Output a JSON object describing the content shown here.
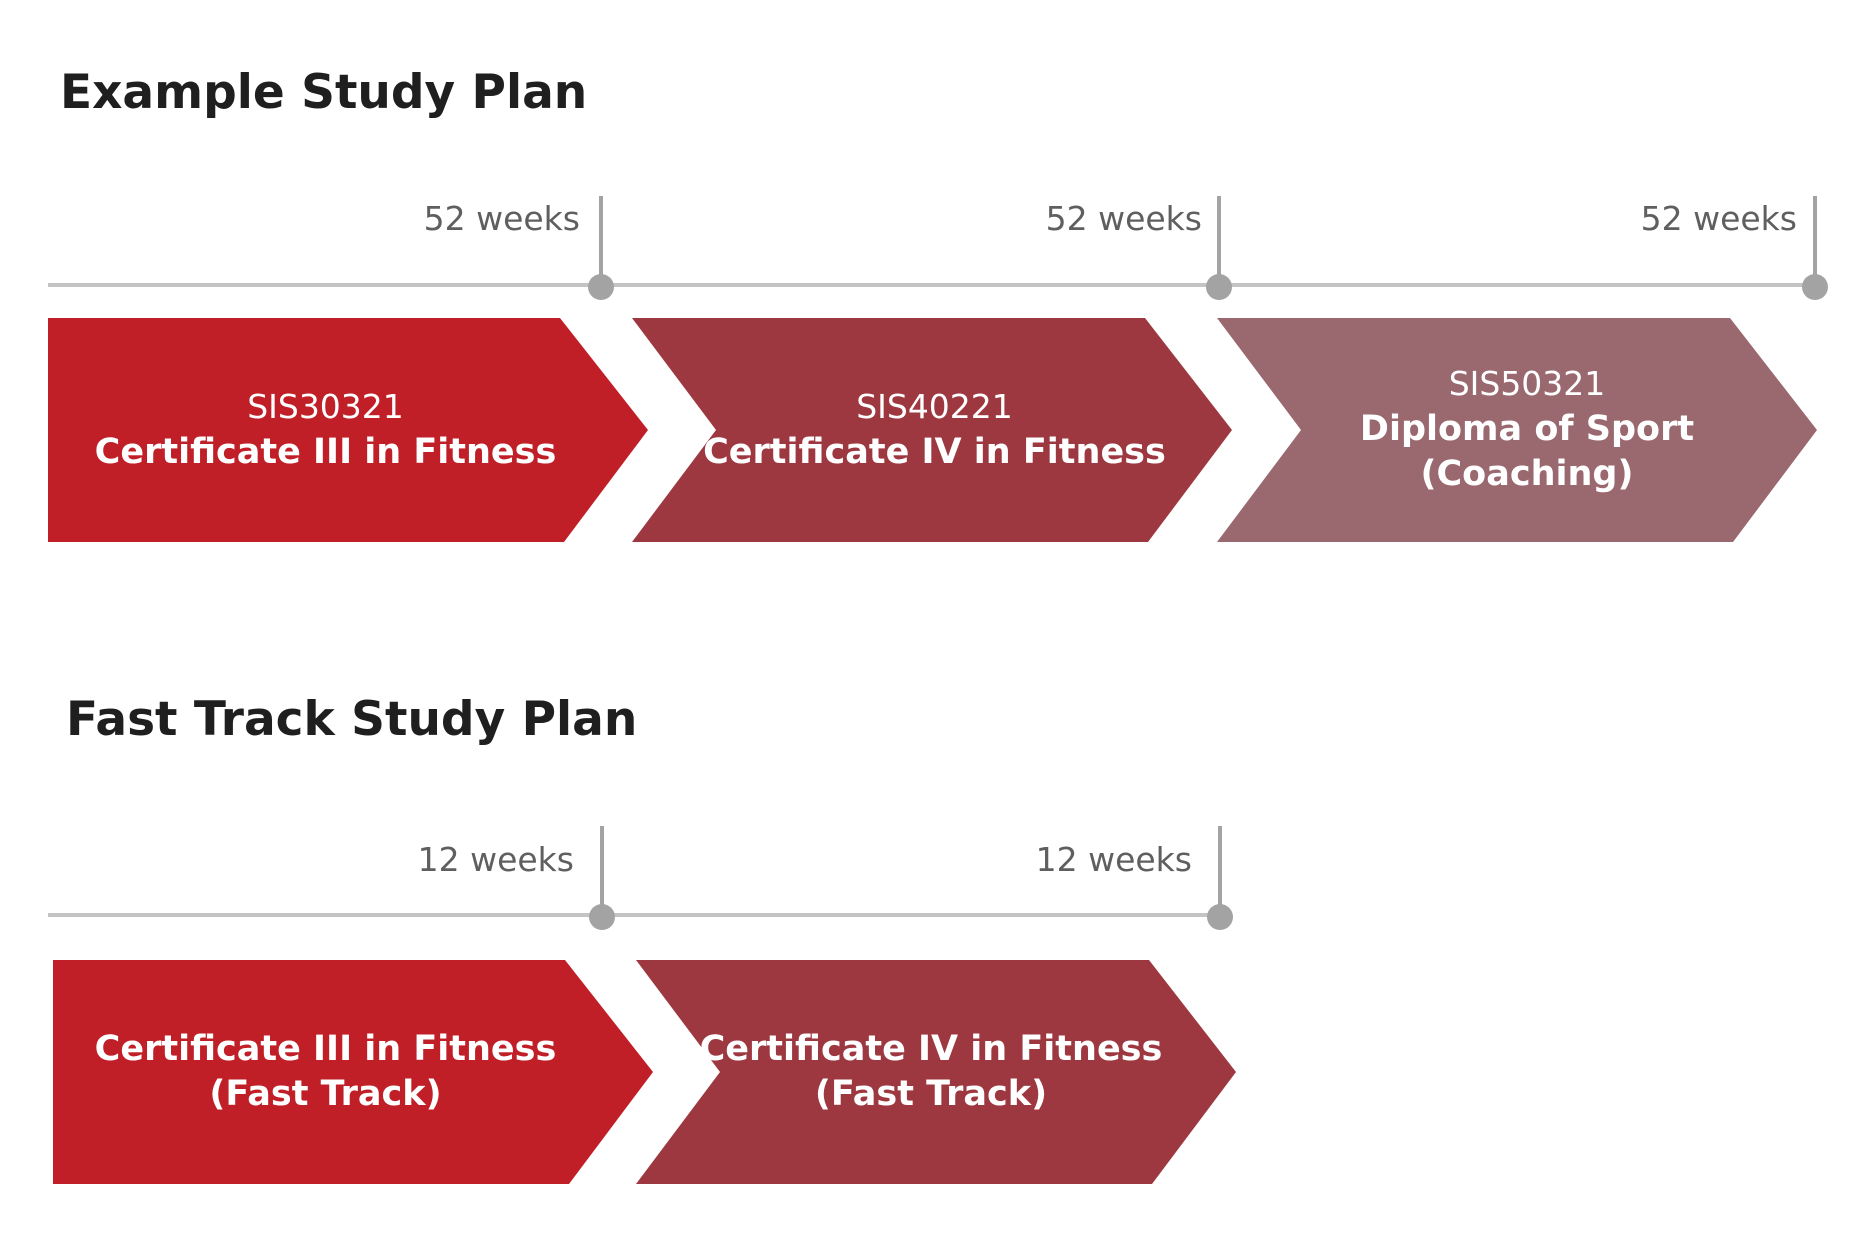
{
  "colors": {
    "red": "#c01f28",
    "maroon": "#9d3840",
    "mauve": "#9a686f",
    "timeline": "#c4c4c4",
    "marker": "#a3a3a3"
  },
  "plans": [
    {
      "title": "Example Study Plan",
      "steps": [
        {
          "code": "SIS30321",
          "name_line1": "Certificate III in Fitness",
          "name_line2": "",
          "duration": "52 weeks",
          "color": "#c01f28"
        },
        {
          "code": "SIS40221",
          "name_line1": "Certificate IV in Fitness",
          "name_line2": "",
          "duration": "52 weeks",
          "color": "#9d3840"
        },
        {
          "code": "SIS50321",
          "name_line1": "Diploma of Sport",
          "name_line2": "(Coaching)",
          "duration": "52 weeks",
          "color": "#9a686f"
        }
      ]
    },
    {
      "title": "Fast Track Study Plan",
      "steps": [
        {
          "code": "",
          "name_line1": "Certificate III in Fitness",
          "name_line2": "(Fast Track)",
          "duration": "12 weeks",
          "color": "#c01f28"
        },
        {
          "code": "",
          "name_line1": "Certificate IV in Fitness",
          "name_line2": "(Fast Track)",
          "duration": "12 weeks",
          "color": "#9d3840"
        }
      ]
    }
  ]
}
